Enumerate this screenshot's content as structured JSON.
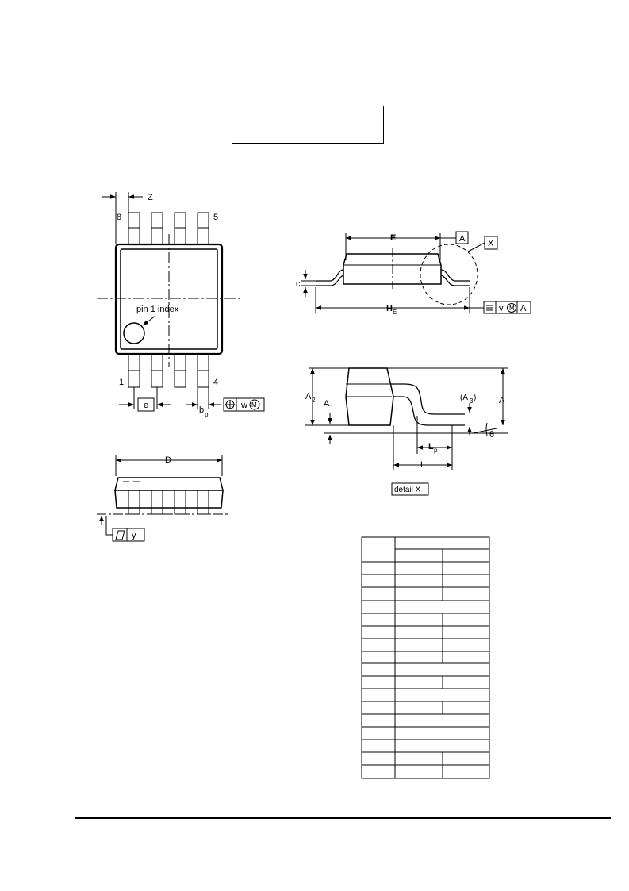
{
  "top_view": {
    "label_z": "Z",
    "pin_8": "8",
    "pin_5": "5",
    "pin_1": "1",
    "pin_4": "4",
    "pin1_index": "pin 1 index",
    "label_e": "e",
    "label_b": "b",
    "label_b_sub": "p",
    "tol_w": "w",
    "tol_m": "M"
  },
  "side_view": {
    "label_e_top": "E",
    "datum_a": "A",
    "detail_marker": "X",
    "label_c": "c",
    "label_h": "H",
    "label_h_sub": "E",
    "tol_v": "v",
    "tol_m": "M",
    "tol_a": "A"
  },
  "detail_view": {
    "label_a2": "A",
    "label_a2_sub": "2",
    "label_a1": "A",
    "label_a1_sub": "1",
    "label_a3": "(A",
    "label_a3_sub": "3",
    "label_a3_close": ")",
    "label_a": "A",
    "label_theta": "θ",
    "label_lp": "L",
    "label_lp_sub": "p",
    "label_l": "L",
    "caption": "detail X"
  },
  "front_view": {
    "label_d": "D",
    "label_y": "y"
  }
}
